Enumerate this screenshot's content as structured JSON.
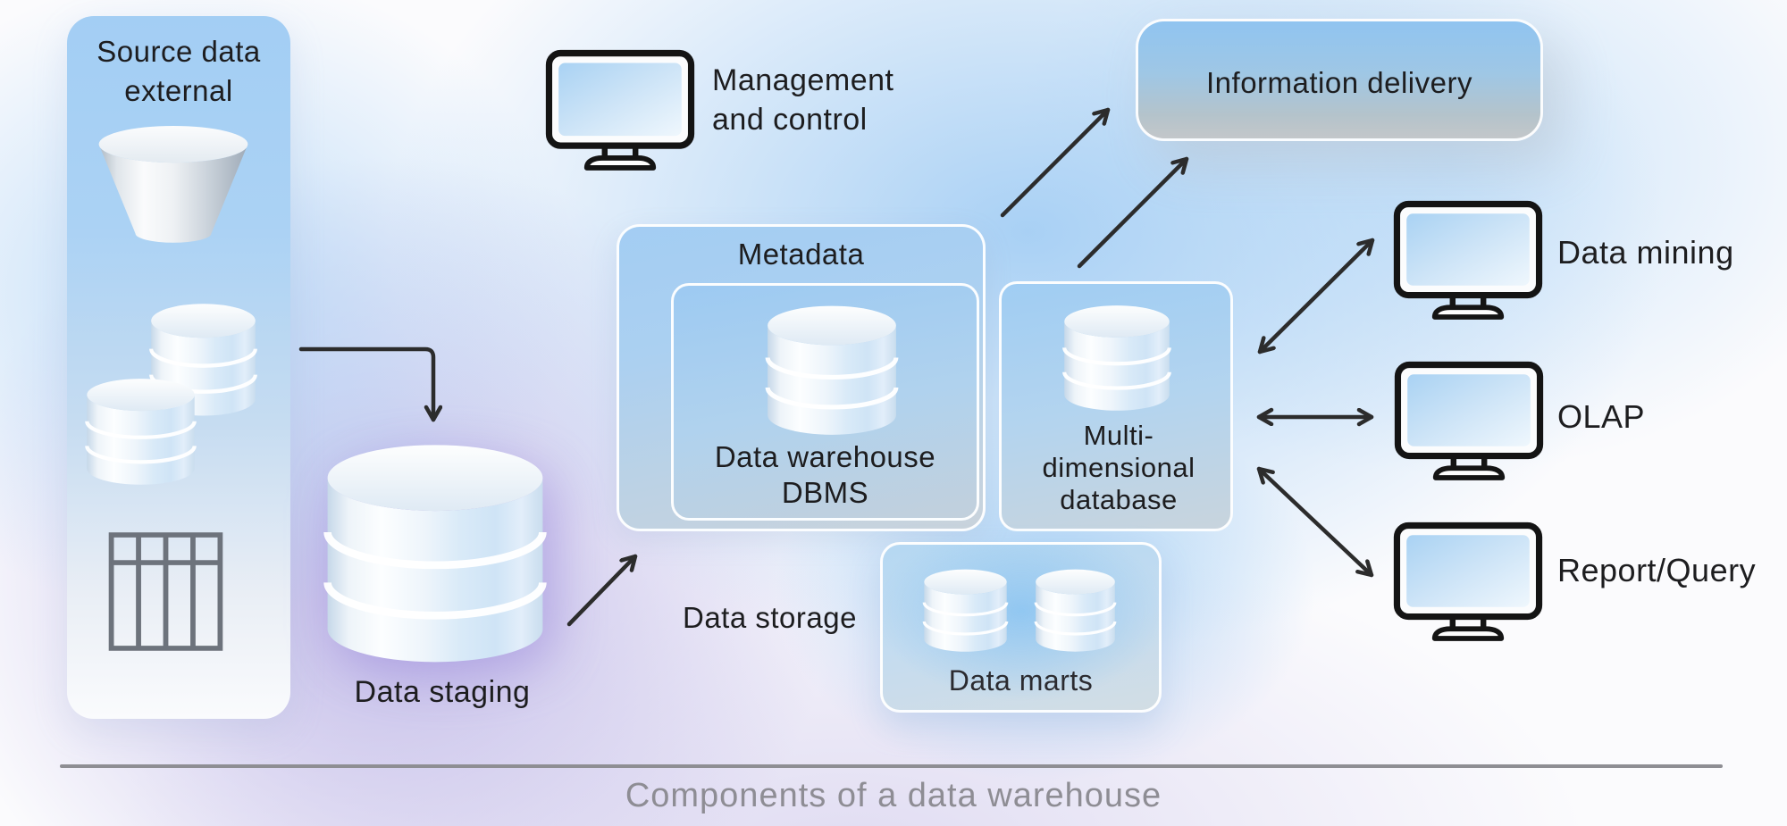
{
  "footer": {
    "title": "Components of a data warehouse"
  },
  "nodes": {
    "source_panel": {
      "label": "Source data\nexternal"
    },
    "data_staging": {
      "label": "Data staging"
    },
    "management": {
      "label": "Management\nand control"
    },
    "information_delivery": {
      "label": "Information delivery"
    },
    "metadata": {
      "label": "Metadata"
    },
    "dbms": {
      "label": "Data warehouse\nDBMS"
    },
    "multidimensional_db": {
      "label": "Multi-\ndimensional\ndatabase"
    },
    "data_storage": {
      "label": "Data storage"
    },
    "data_marts": {
      "label": "Data marts"
    },
    "data_mining": {
      "label": "Data mining"
    },
    "olap": {
      "label": "OLAP"
    },
    "report_query": {
      "label": "Report/Query"
    }
  },
  "connections": [
    {
      "from": "source-panel",
      "to": "data-staging",
      "style": "single-arrow"
    },
    {
      "from": "data-staging",
      "to": "data-storage",
      "style": "single-arrow"
    },
    {
      "from": "metadata",
      "to": "information-delivery",
      "style": "single-arrow"
    },
    {
      "from": "multidimensional-db",
      "to": "information-delivery",
      "style": "single-arrow"
    },
    {
      "from": "multidimensional-db",
      "to": "data-mining",
      "style": "double-arrow"
    },
    {
      "from": "multidimensional-db",
      "to": "olap",
      "style": "double-arrow"
    },
    {
      "from": "multidimensional-db",
      "to": "report-query",
      "style": "double-arrow"
    }
  ],
  "icons": [
    "funnel-icon",
    "database-cylinder-icon",
    "table-grid-icon",
    "monitor-icon"
  ],
  "colors": {
    "arrow": "#2c2c2c",
    "label_text": "#1d1d1f",
    "footer_text": "#8e8d94",
    "divider": "#8e8e93",
    "panel_blue": "#a3cef4",
    "box_blue": "#9dcaf2",
    "background_blue": "#a4cef4",
    "background_purple": "#bcb4e6",
    "monitor_screen": "#a9d2f3"
  }
}
